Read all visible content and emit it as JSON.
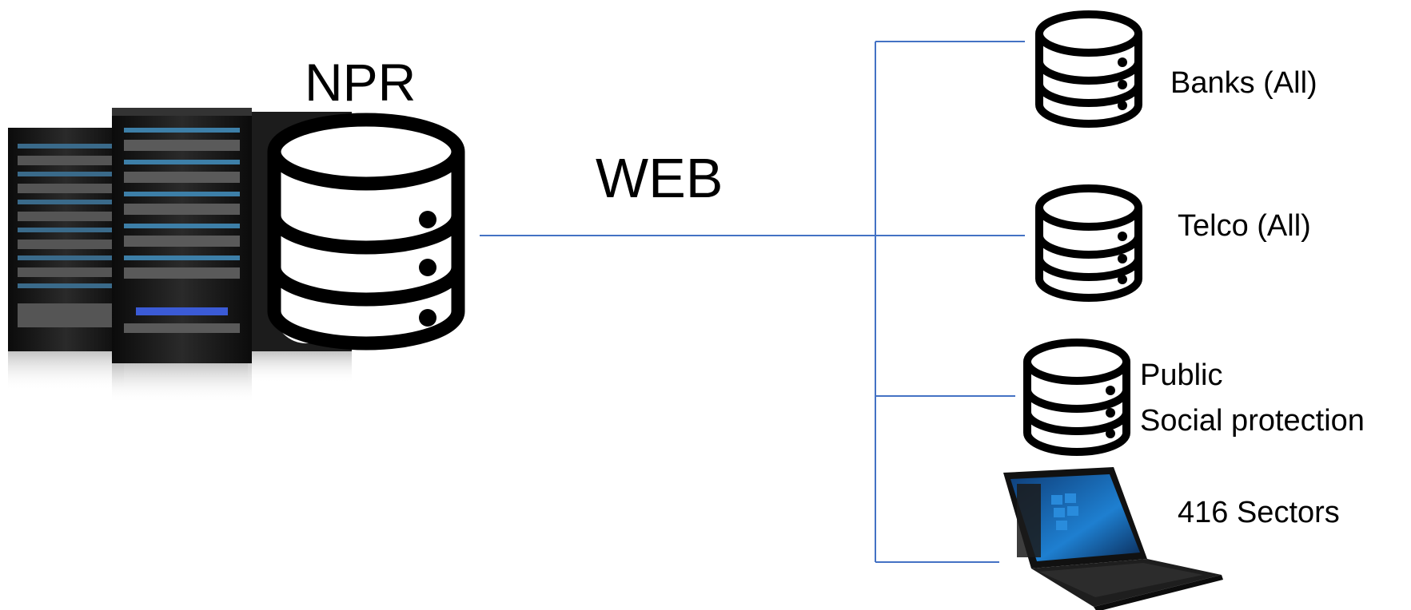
{
  "colors": {
    "connector_line": "#4472c4",
    "icon_stroke": "#000000",
    "server_rack": "#141414",
    "laptop_screen": "#1a6fb8"
  },
  "hub": {
    "title": "NPR",
    "icons": [
      "server-rack-image",
      "database-icon"
    ]
  },
  "network": {
    "label": "WEB"
  },
  "nodes": [
    {
      "icon": "database-icon",
      "label": "Banks (All)"
    },
    {
      "icon": "database-icon",
      "label": "Telco (All)"
    },
    {
      "icon": "database-icon",
      "label_lines": [
        "Public",
        "Social protection"
      ]
    },
    {
      "icon": "laptop-icon",
      "label": "416 Sectors"
    }
  ]
}
